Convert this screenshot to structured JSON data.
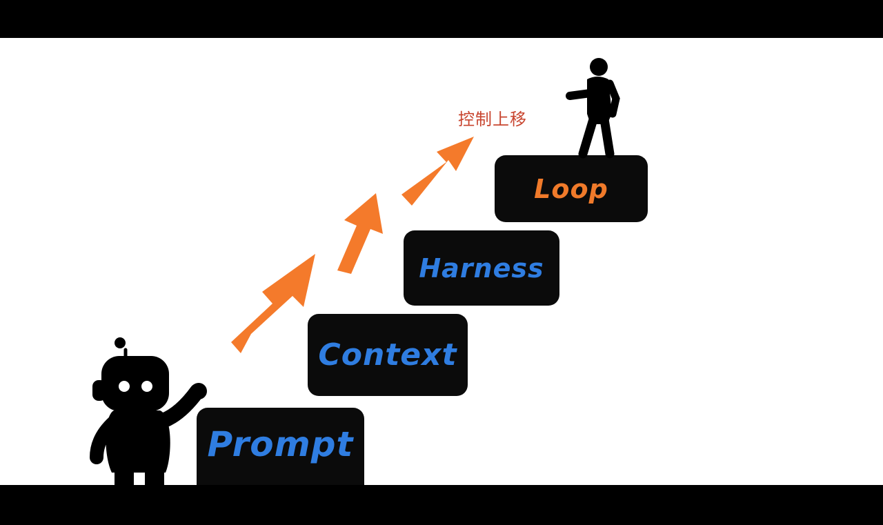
{
  "diagram": {
    "caption": "控制上移",
    "steps": [
      {
        "label": "Prompt",
        "color": "#2f7de1"
      },
      {
        "label": "Context",
        "color": "#2f7de1"
      },
      {
        "label": "Harness",
        "color": "#2f7de1"
      },
      {
        "label": "Loop",
        "color": "#f07a2a"
      }
    ],
    "colors": {
      "arrow": "#f47a2b",
      "caption": "#c8452f",
      "step_fill": "#0b0b0b",
      "silhouette": "#000000"
    },
    "icons": [
      "robot-icon",
      "person-icon",
      "up-arrow-icon"
    ]
  }
}
